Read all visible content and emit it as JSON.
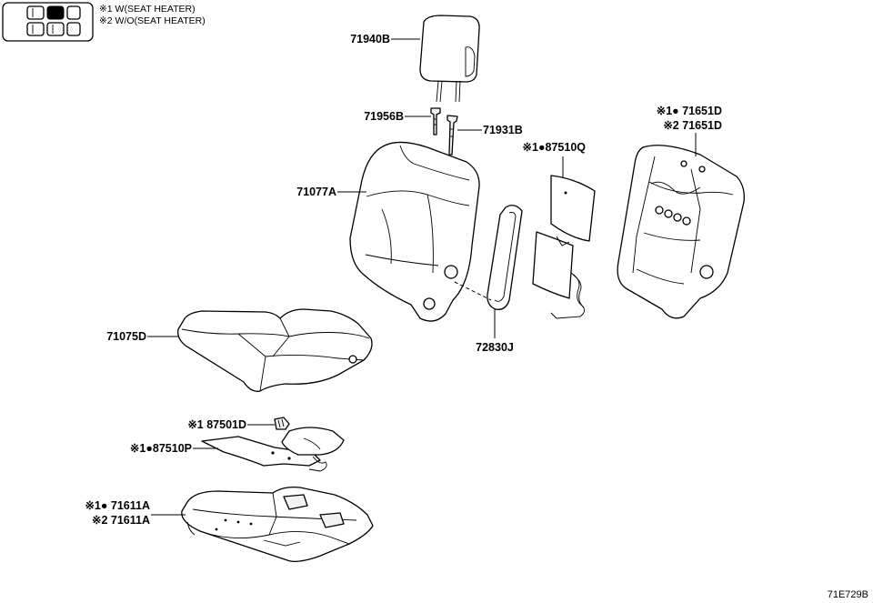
{
  "legend": {
    "note1": "※1 W(SEAT HEATER)",
    "note2": "※2 W/O(SEAT HEATER)"
  },
  "callouts": {
    "headrest": "71940B",
    "support_left": "71956B",
    "support_right": "71931B",
    "back_cover": "71077A",
    "cushion_cover": "71075D",
    "back_pad_heater": "※1● 71651D",
    "back_pad_no_heater": "※2 71651D",
    "back_heater": "※1●87510Q",
    "back_frame_bar": "72830J",
    "cushion_heater_switch": "※1 87501D",
    "cushion_heater": "※1●87510P",
    "cushion_pad_heater": "※1● 71611A",
    "cushion_pad_no_heater": "※2 71611A"
  },
  "diagram_code": "71E729B"
}
